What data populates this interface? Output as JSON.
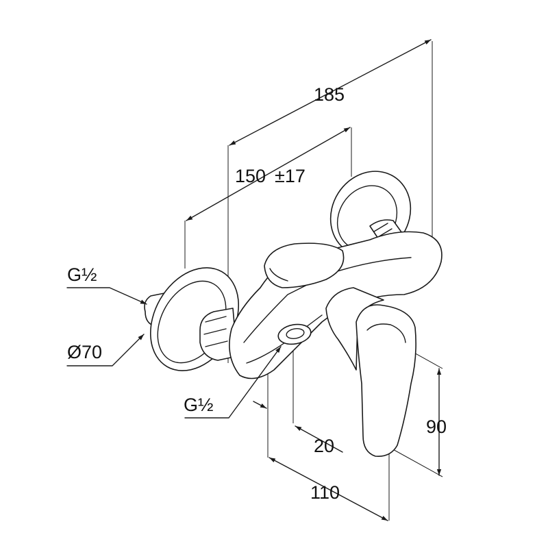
{
  "dimensions": {
    "overall_width": "185",
    "inlet_spacing": "150",
    "inlet_tolerance": "±17",
    "inlet_thread_left": "G½",
    "escutcheon_diameter": "Ø70",
    "outlet_thread": "G½",
    "outlet_offset": "20",
    "projection_depth": "110",
    "handle_height": "90"
  },
  "colors": {
    "line": "#1a1a1a",
    "background": "#ffffff"
  }
}
